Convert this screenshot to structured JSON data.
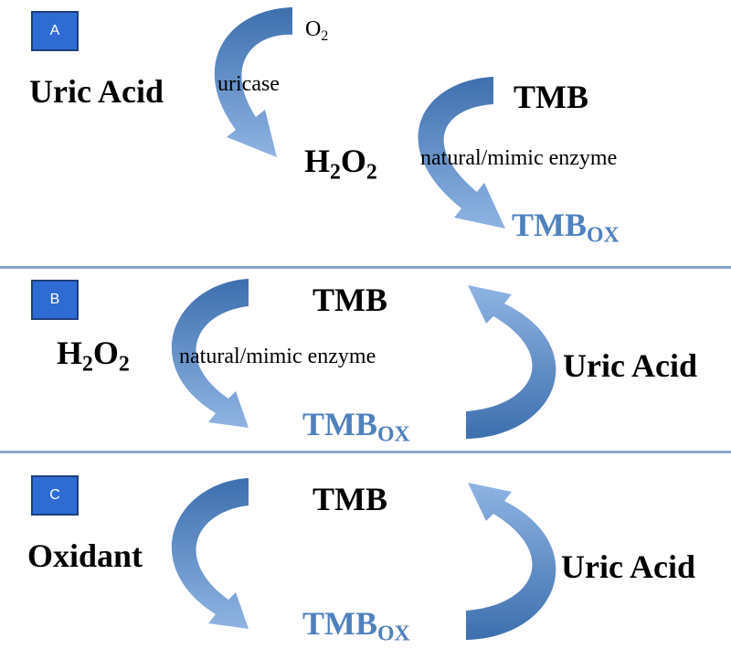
{
  "panels": {
    "a": {
      "badge": "A",
      "o2_base": "O",
      "o2_sub": "2",
      "uric_acid": "Uric Acid",
      "uricase": "uricase",
      "h2o2_p1": "H",
      "h2o2_s1": "2",
      "h2o2_p2": "O",
      "h2o2_s2": "2",
      "tmb": "TMB",
      "enzyme": "natural/mimic enzyme",
      "tmbox_base": "TMB",
      "tmbox_sub": "OX"
    },
    "b": {
      "badge": "B",
      "tmb": "TMB",
      "h2o2_p1": "H",
      "h2o2_s1": "2",
      "h2o2_p2": "O",
      "h2o2_s2": "2",
      "enzyme": "natural/mimic enzyme",
      "uric_acid": "Uric Acid",
      "tmbox_base": "TMB",
      "tmbox_sub": "OX"
    },
    "c": {
      "badge": "C",
      "tmb": "TMB",
      "oxidant": "Oxidant",
      "uric_acid": "Uric Acid",
      "tmbox_base": "TMB",
      "tmbox_sub": "OX"
    }
  },
  "colors": {
    "arrow_dark": "#3d6fae",
    "arrow_light": "#8fb4e3",
    "badge_fill": "#2e6bd3",
    "badge_border": "#1f3f7a",
    "oxidized_text": "#4f81bd",
    "divider": "#8aa3c7"
  }
}
